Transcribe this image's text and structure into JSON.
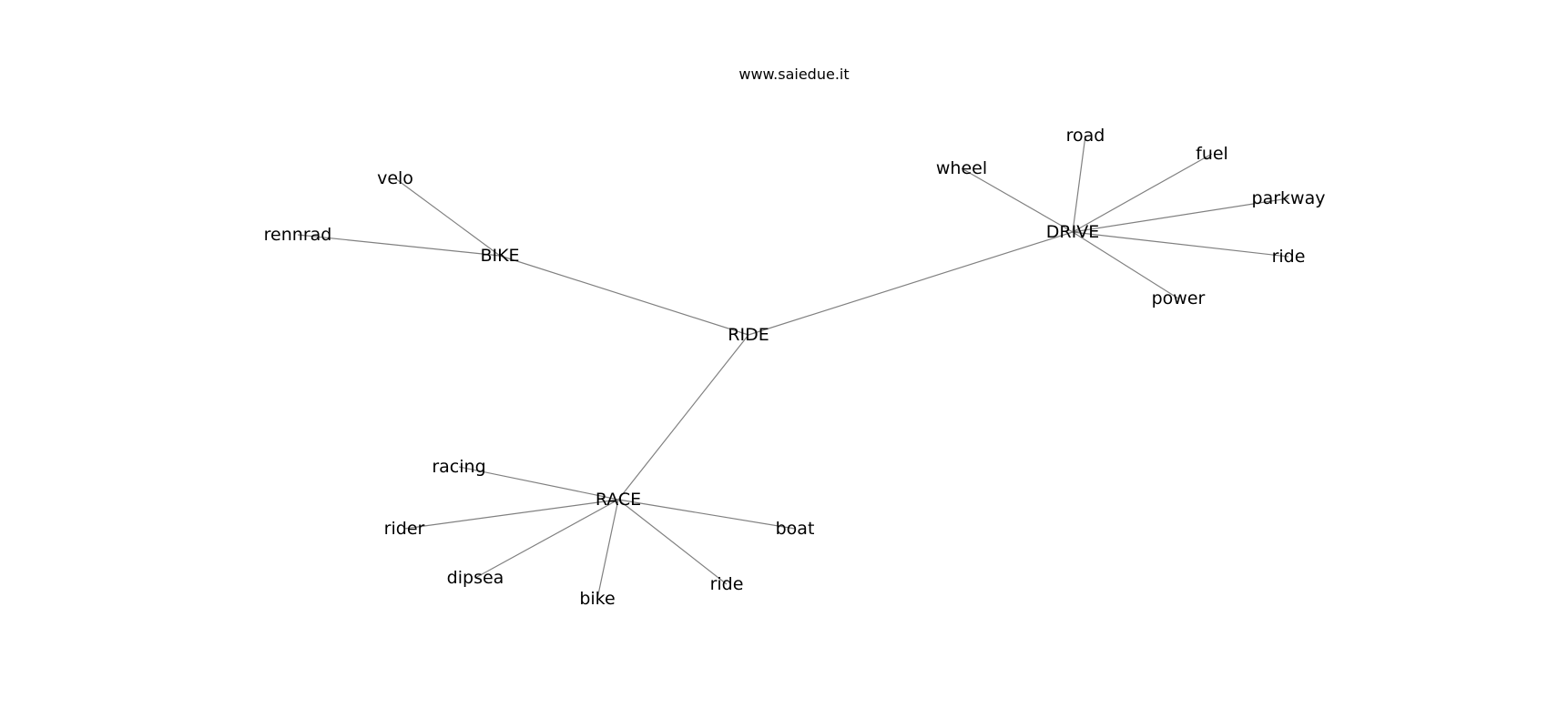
{
  "site_title": "www.saiedue.it",
  "colors": {
    "edge": "#808080",
    "text": "#000000",
    "background": "#ffffff"
  },
  "graph": {
    "nodes": [
      {
        "id": "ride_center",
        "label": "RIDE"
      },
      {
        "id": "bike_hub",
        "label": "BIKE"
      },
      {
        "id": "drive_hub",
        "label": "DRIVE"
      },
      {
        "id": "race_hub",
        "label": "RACE"
      },
      {
        "id": "velo",
        "label": "velo"
      },
      {
        "id": "rennrad",
        "label": "rennrad"
      },
      {
        "id": "wheel",
        "label": "wheel"
      },
      {
        "id": "road",
        "label": "road"
      },
      {
        "id": "fuel",
        "label": "fuel"
      },
      {
        "id": "parkway",
        "label": "parkway"
      },
      {
        "id": "ride_drive",
        "label": "ride"
      },
      {
        "id": "power",
        "label": "power"
      },
      {
        "id": "racing",
        "label": "racing"
      },
      {
        "id": "rider",
        "label": "rider"
      },
      {
        "id": "dipsea",
        "label": "dipsea"
      },
      {
        "id": "bike_race",
        "label": "bike"
      },
      {
        "id": "ride_race",
        "label": "ride"
      },
      {
        "id": "boat",
        "label": "boat"
      }
    ],
    "edges": [
      [
        "ride_center",
        "bike_hub"
      ],
      [
        "ride_center",
        "drive_hub"
      ],
      [
        "ride_center",
        "race_hub"
      ],
      [
        "bike_hub",
        "velo"
      ],
      [
        "bike_hub",
        "rennrad"
      ],
      [
        "drive_hub",
        "wheel"
      ],
      [
        "drive_hub",
        "road"
      ],
      [
        "drive_hub",
        "fuel"
      ],
      [
        "drive_hub",
        "parkway"
      ],
      [
        "drive_hub",
        "ride_drive"
      ],
      [
        "drive_hub",
        "power"
      ],
      [
        "race_hub",
        "racing"
      ],
      [
        "race_hub",
        "rider"
      ],
      [
        "race_hub",
        "dipsea"
      ],
      [
        "race_hub",
        "bike_race"
      ],
      [
        "race_hub",
        "ride_race"
      ],
      [
        "race_hub",
        "boat"
      ]
    ]
  }
}
